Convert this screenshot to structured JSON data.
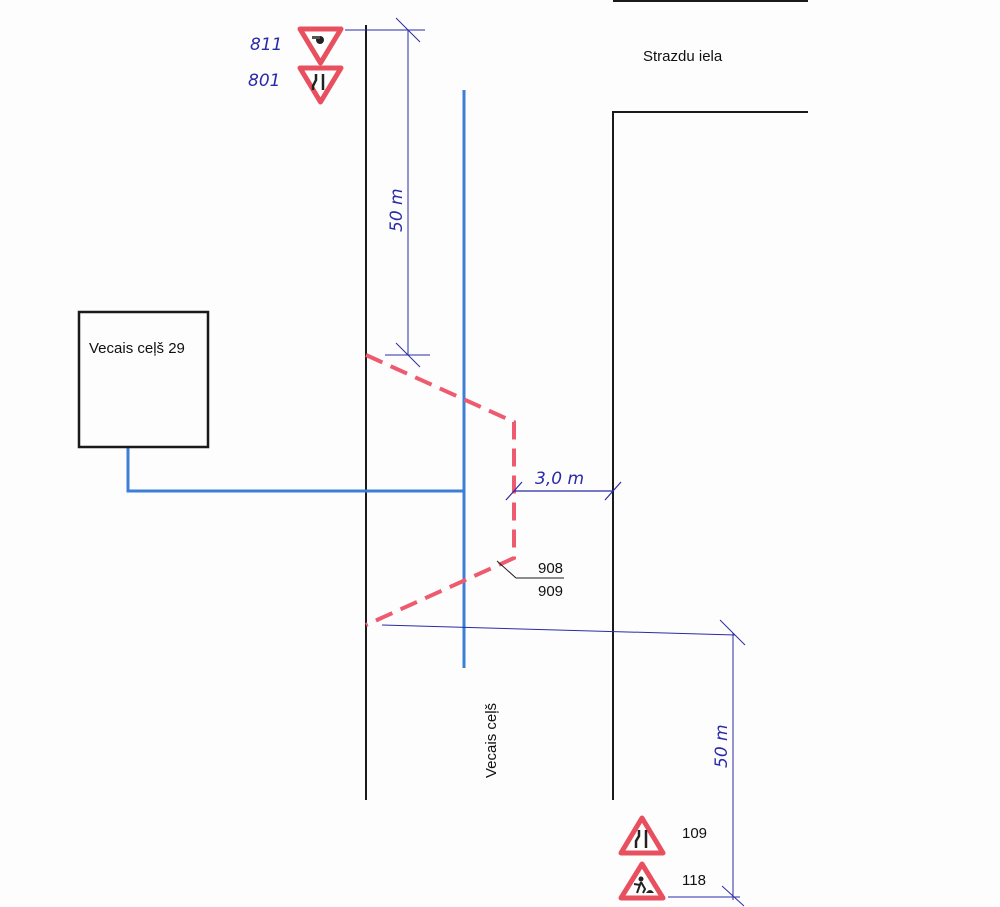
{
  "streets": {
    "top_street": "Strazdu iela",
    "main_street": "Vecais ceļš"
  },
  "building": {
    "label": "Vecais ceļš 29"
  },
  "dimensions": {
    "top_length": "50 m",
    "bottom_length": "50 m",
    "lane_width": "3,0 m"
  },
  "barrier_codes": {
    "top": "908",
    "bottom": "909"
  },
  "signs": [
    {
      "code": "811",
      "type": "yield-with-roadwork-icon"
    },
    {
      "code": "801",
      "type": "yield-with-narrowing-icon"
    },
    {
      "code": "109",
      "type": "road-narrows-warning-icon"
    },
    {
      "code": "118",
      "type": "roadworks-warning-icon"
    }
  ],
  "colors": {
    "road": "#1a1a1a",
    "utility": "#3d7fd6",
    "barrier": "#ee5a6e",
    "dimension": "#2a2aa8",
    "sign_border": "#e8505f"
  }
}
